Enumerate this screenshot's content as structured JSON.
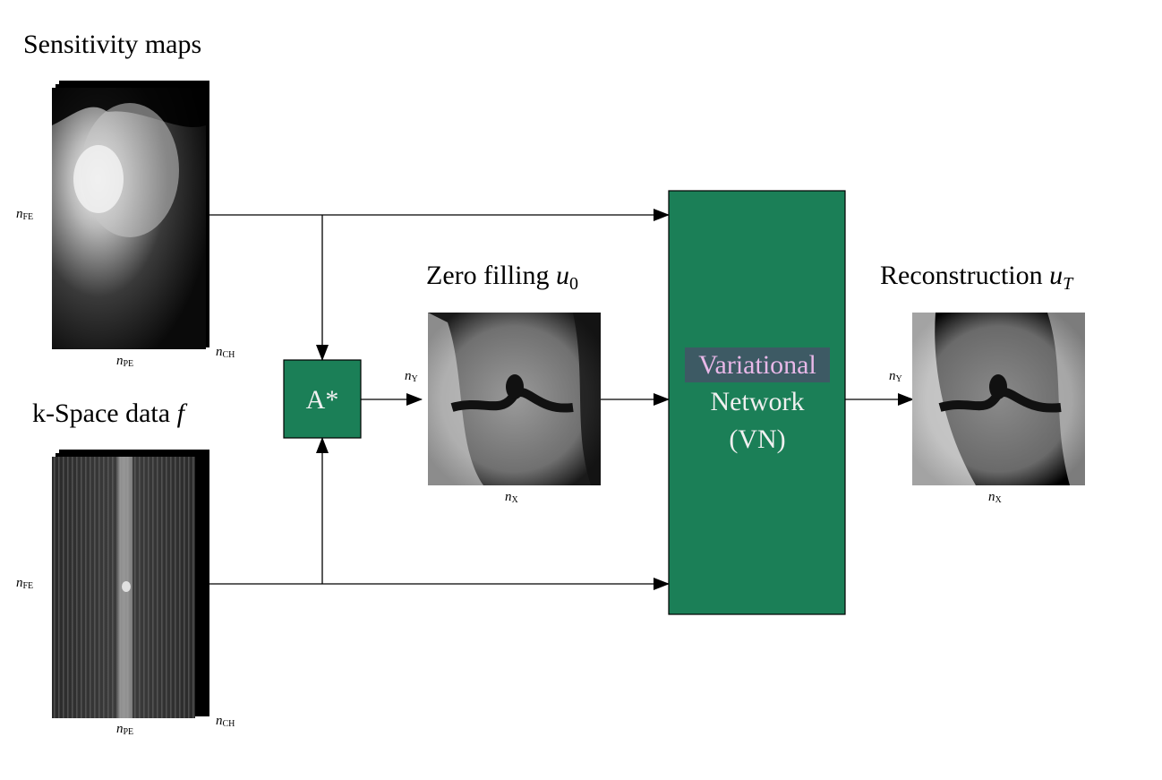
{
  "titles": {
    "sensitivity": "Sensitivity maps",
    "kspace_prefix": "k-Space data ",
    "kspace_var": "f",
    "zero_prefix": "Zero filling ",
    "zero_var": "u",
    "zero_sub": "0",
    "recon_prefix": "Reconstruction ",
    "recon_var": "u",
    "recon_sub": "T"
  },
  "axes": {
    "n": "n",
    "fe": "FE",
    "pe": "PE",
    "ch": "CH",
    "x": "X",
    "y": "Y"
  },
  "operator": {
    "label": "A*"
  },
  "vn": {
    "line1": "Variational",
    "line2": "Network",
    "line3": "(VN)"
  },
  "colors": {
    "box_green": "#1b7f57",
    "highlight": "#3d5a64",
    "highlight_text": "#e8b8e8"
  }
}
